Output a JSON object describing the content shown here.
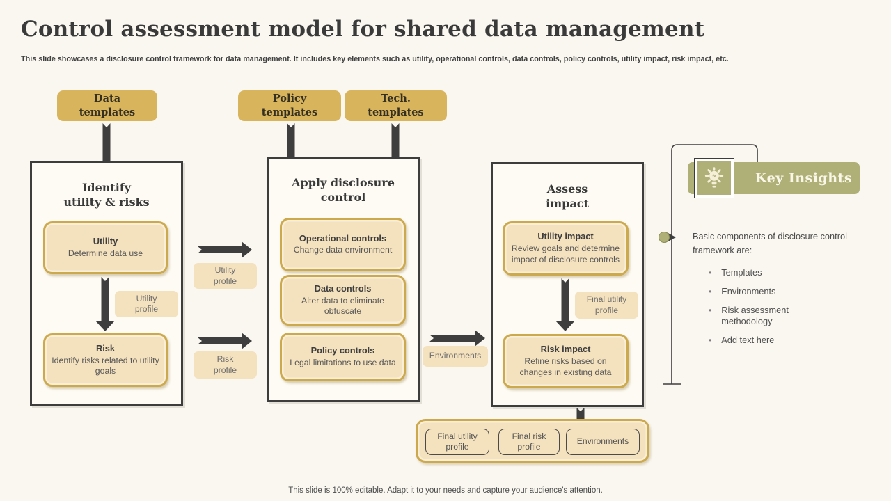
{
  "slide": {
    "title": "Control assessment model for shared data management",
    "subtitle": "This slide showcases a disclosure control framework for data management. It includes key elements such as utility, operational controls, data controls, policy controls, utility impact, risk impact, etc.",
    "footer": "This slide is 100% editable. Adapt it to your needs and capture your audience's attention."
  },
  "templates": {
    "data": "Data\ntemplates",
    "policy": "Policy\ntemplates",
    "tech": "Tech.\ntemplates"
  },
  "stages": {
    "identify": {
      "header": "Identify\nutility & risks",
      "utility": {
        "title": "Utility",
        "desc": "Determine data use"
      },
      "risk": {
        "title": "Risk",
        "desc": "Identify risks related to utility goals"
      }
    },
    "apply": {
      "header": "Apply disclosure\ncontrol",
      "operational": {
        "title": "Operational controls",
        "desc": "Change data environment"
      },
      "data": {
        "title": "Data controls",
        "desc": "Alter data to eliminate obfuscate"
      },
      "policy": {
        "title": "Policy controls",
        "desc": "Legal limitations to use data"
      }
    },
    "assess": {
      "header": "Assess\nimpact",
      "utility_impact": {
        "title": "Utility impact",
        "desc": "Review goals and determine impact of disclosure controls"
      },
      "risk_impact": {
        "title": "Risk impact",
        "desc": "Refine risks based on changes in existing data"
      }
    }
  },
  "flow_labels": {
    "utility_profile_inner": "Utility\nprofile",
    "utility_profile": "Utility\nprofile",
    "risk_profile": "Risk\nprofile",
    "environments": "Environments",
    "final_utility_profile": "Final utility\nprofile"
  },
  "outputs": {
    "final_utility_profile": "Final utility\nprofile",
    "final_risk_profile": "Final risk\nprofile",
    "environments": "Environments"
  },
  "key_insights": {
    "title": "Key Insights",
    "icon": "lightbulb-icon",
    "intro": "Basic components of disclosure control framework are:",
    "bullets": [
      "Templates",
      "Environments",
      "Risk assessment methodology",
      "Add text here"
    ]
  },
  "colors": {
    "gold": "#d8b45c",
    "tan_fill": "#f4e1bd",
    "gold_border": "#cda94e",
    "dark": "#3e3e3e",
    "olive": "#aeb077",
    "background": "#faf7f0"
  }
}
